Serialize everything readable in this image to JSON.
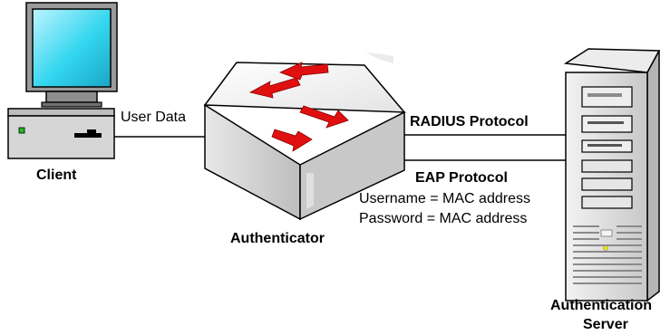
{
  "nodes": {
    "client": {
      "label": "Client"
    },
    "authenticator": {
      "label": "Authenticator"
    },
    "server": {
      "label_line1": "Authentication",
      "label_line2": "Server"
    }
  },
  "links": {
    "client_authenticator": {
      "label": "User Data"
    },
    "radius": {
      "label": "RADIUS Protocol"
    },
    "eap": {
      "label": "EAP Protocol",
      "details": [
        "Username = MAC address",
        "Password = MAC address"
      ]
    }
  },
  "colors": {
    "screen": "#33d6ef",
    "arrow": "#e01010",
    "switch_top": "#f2f2f2",
    "switch_side": "#c8c8c8",
    "server_body": "#d8d8d8",
    "led_green": "#22bb22",
    "led_yellow": "#e8e800"
  }
}
